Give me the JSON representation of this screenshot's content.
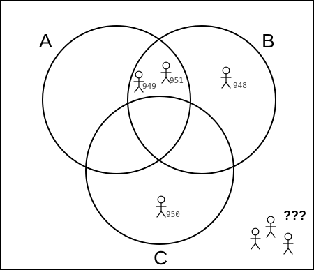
{
  "sets": [
    {
      "id": "A",
      "label": "A"
    },
    {
      "id": "B",
      "label": "B"
    },
    {
      "id": "C",
      "label": "C"
    }
  ],
  "people": [
    {
      "id": "949",
      "label": "949",
      "region": "A∩B"
    },
    {
      "id": "951",
      "label": "951",
      "region": "A∩B"
    },
    {
      "id": "948",
      "label": "948",
      "region": "B"
    },
    {
      "id": "950",
      "label": "950",
      "region": "C"
    }
  ],
  "unknown_group": {
    "label": "???",
    "count": 3,
    "region": "outside"
  }
}
